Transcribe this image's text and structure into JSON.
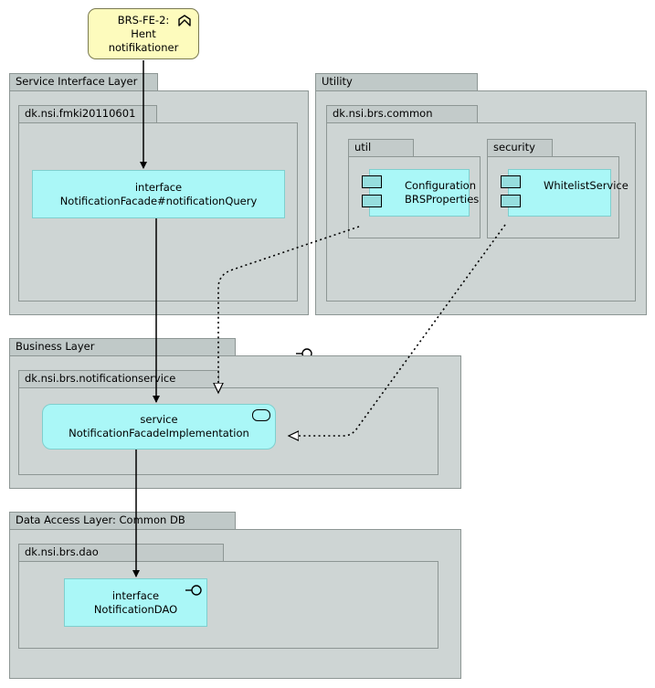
{
  "diagram": {
    "title": "BRS notification architecture layer diagram",
    "colors": {
      "package_fill": "#ced5d4",
      "package_tab": "#c3cbca",
      "package_border": "#8d9694",
      "node_fill": "#aaf7f7",
      "node_border": "#7fcfce",
      "port_fill": "#96dede",
      "note_fill": "#fdfbbd",
      "note_border": "#7a7a52",
      "line": "#000000"
    }
  },
  "note": {
    "name": "use-case-note",
    "title": "BRS-FE-2:",
    "line2": "Hent",
    "line3": "notifikationer",
    "marker_icon": "chevron-up-icon"
  },
  "layers": [
    {
      "id": "service-interface-layer",
      "label": "Service Interface Layer",
      "namespaces": [
        {
          "id": "dk-nsi-fmki20110601",
          "label": "dk.nsi.fmki20110601",
          "nodes": [
            {
              "id": "notification-facade-interface",
              "stereotype": "interface",
              "name": "NotificationFacade#notificationQuery",
              "icon": "lollipop-provided-interface-icon"
            }
          ]
        }
      ]
    },
    {
      "id": "utility-layer",
      "label": "Utility",
      "namespaces": [
        {
          "id": "dk-nsi-brs-common",
          "label": "dk.nsi.brs.common",
          "subpackages": [
            {
              "id": "util",
              "label": "util",
              "nodes": [
                {
                  "id": "configuration-brsproperties-component",
                  "line1": "Configuration",
                  "line2": "BRSProperties",
                  "icon": "component-ports-icon"
                }
              ]
            },
            {
              "id": "security",
              "label": "security",
              "nodes": [
                {
                  "id": "whitelist-service-component",
                  "line1": "WhitelistService",
                  "icon": "component-ports-icon"
                }
              ]
            }
          ]
        }
      ]
    },
    {
      "id": "business-layer",
      "label": "Business Layer",
      "namespaces": [
        {
          "id": "dk-nsi-brs-notificationservice",
          "label": "dk.nsi.brs.notificationservice",
          "nodes": [
            {
              "id": "notification-facade-implementation",
              "stereotype": "service",
              "name": "NotificationFacadeImplementation",
              "icon": "component-rounded-icon"
            }
          ]
        }
      ]
    },
    {
      "id": "data-access-layer",
      "label": "Data Access Layer: Common DB",
      "namespaces": [
        {
          "id": "dk-nsi-brs-dao",
          "label": "dk.nsi.brs.dao",
          "nodes": [
            {
              "id": "notification-dao-interface",
              "stereotype": "interface",
              "name": "NotificationDAO",
              "icon": "lollipop-provided-interface-icon"
            }
          ]
        }
      ]
    }
  ],
  "connectors": [
    {
      "id": "note-to-facade",
      "style": "solid",
      "arrow": "filled-arrowhead"
    },
    {
      "id": "facade-to-implementation",
      "style": "solid",
      "arrow": "filled-arrowhead"
    },
    {
      "id": "implementation-to-dao",
      "style": "solid",
      "arrow": "filled-arrowhead"
    },
    {
      "id": "config-to-implementation",
      "style": "dotted",
      "arrow": "hollow-triangle"
    },
    {
      "id": "whitelist-to-implementation",
      "style": "dotted",
      "arrow": "hollow-triangle"
    }
  ]
}
